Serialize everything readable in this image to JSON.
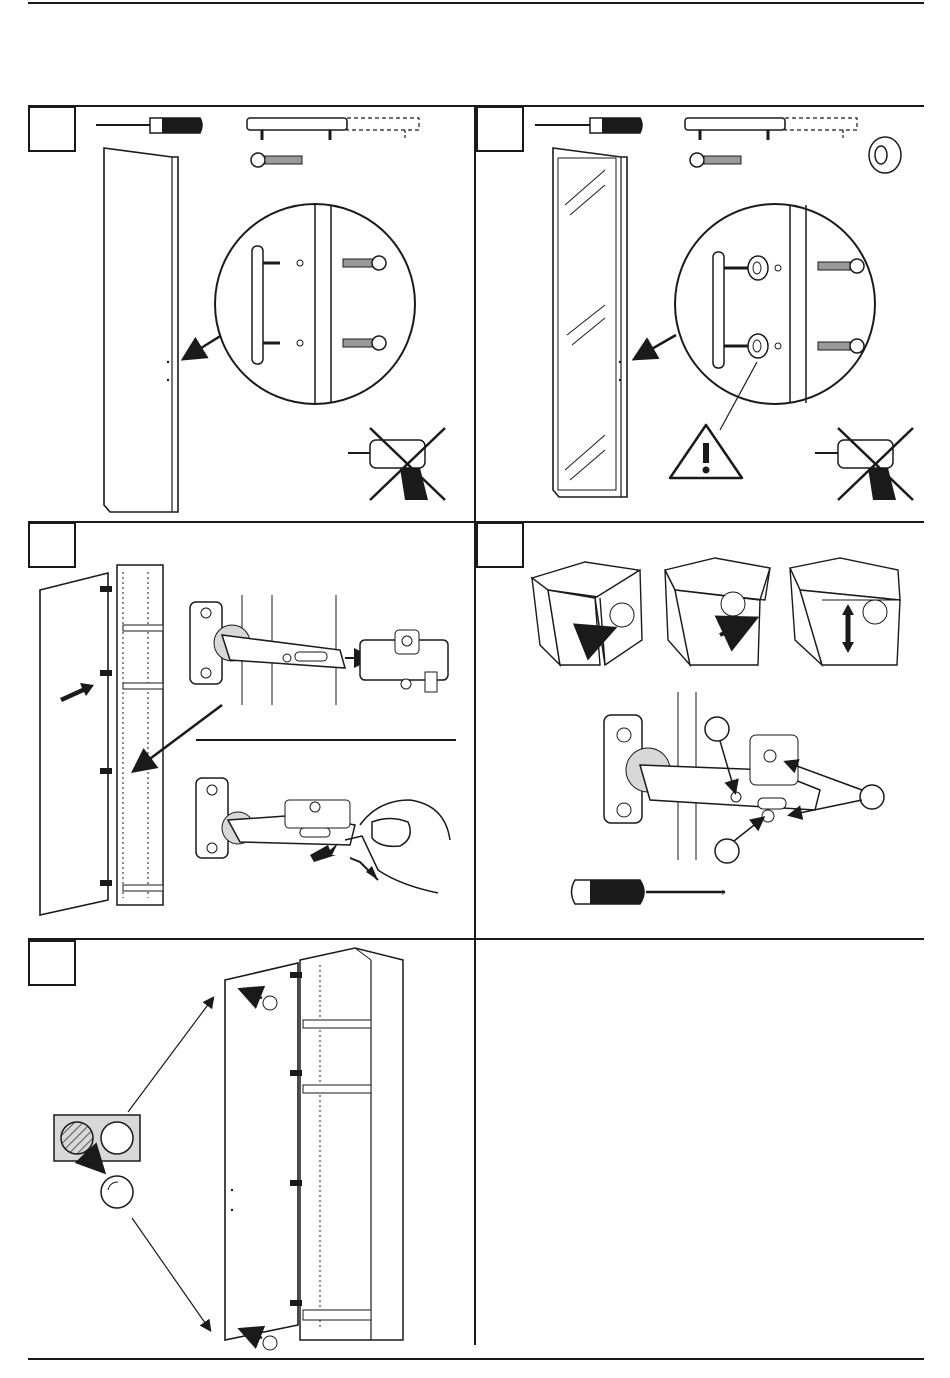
{
  "document": {
    "type": "assembly-instructions",
    "panels": [
      {
        "id": "panel-1",
        "step_label": "",
        "tools": [
          "screwdriver-icon",
          "handle-icon",
          "screw-icon"
        ],
        "warning": "no-power-drill"
      },
      {
        "id": "panel-2",
        "step_label": "",
        "tools": [
          "screwdriver-icon",
          "handle-icon",
          "screw-icon",
          "washer-icon"
        ],
        "warning": "no-power-drill",
        "caution": "warning-triangle-icon"
      },
      {
        "id": "panel-3",
        "step_label": "",
        "tools": [
          "hinge-icon"
        ]
      },
      {
        "id": "panel-4",
        "step_label": "",
        "tools": [
          "hinge-icon",
          "screwdriver-icon"
        ],
        "adjust_directions": [
          "depth",
          "side",
          "height"
        ]
      },
      {
        "id": "panel-5",
        "step_label": "",
        "tools": [
          "cover-cap-icon"
        ]
      },
      {
        "id": "panel-6",
        "step_label": "",
        "tools": []
      }
    ]
  },
  "colors": {
    "ink": "#1a1a1a",
    "paper": "#ffffff",
    "shade": "#9a9a9a",
    "light": "#d8d8d8"
  }
}
